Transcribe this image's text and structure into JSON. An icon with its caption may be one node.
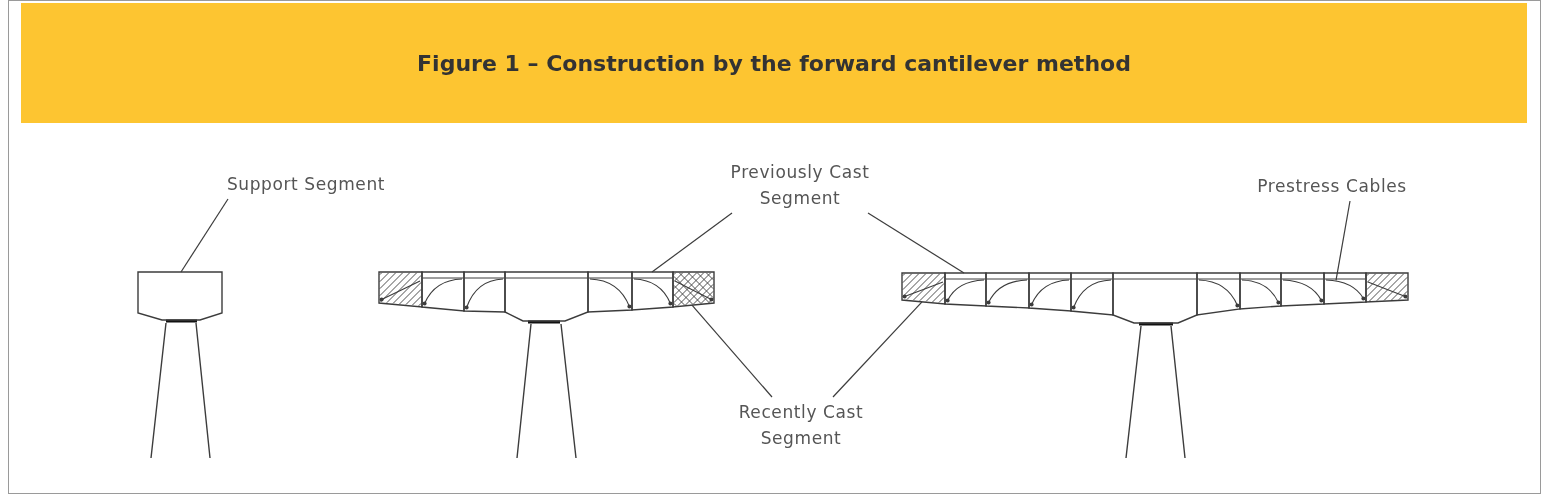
{
  "diagram": {
    "title": "Figure 1 – Construction by the forward cantilever method",
    "nodes": [
      {
        "text": [
          "Support Segment"
        ]
      },
      {
        "text": [
          "Previously Cast Segment"
        ]
      },
      {
        "text": [
          "Prestress Cables"
        ]
      },
      {
        "text": [
          "Recently Cast Segment"
        ]
      },
      {
        "text": [],
        "shape": "box"
      },
      {
        "text": [],
        "shape": "box"
      },
      {
        "text": [],
        "shape": "box"
      },
      {
        "text": [],
        "shape": "box"
      },
      {
        "text": [],
        "shape": "box"
      },
      {
        "text": [],
        "shape": "box"
      },
      {
        "text": [],
        "shape": "box"
      },
      {
        "text": [],
        "shape": "box"
      },
      {
        "text": [],
        "shape": "box"
      },
      {
        "text": [],
        "shape": "box"
      },
      {
        "text": [],
        "shape": "box"
      },
      {
        "text": [],
        "shape": "box"
      },
      {
        "text": [],
        "shape": "box"
      },
      {
        "text": [],
        "shape": "box"
      },
      {
        "text": [],
        "shape": "box"
      },
      {
        "text": [],
        "shape": "box"
      },
      {
        "text": [],
        "shape": "box"
      },
      {
        "text": [],
        "shape": "box"
      },
      {
        "text": [],
        "shape": "line",
        "in": 21
      },
      {
        "text": [],
        "shape": "box"
      }
    ],
    "edges": [
      {
        "from": 0,
        "to": 4,
        "arrow": "none"
      },
      {
        "from": 1,
        "to": 10,
        "arrow": "none"
      },
      {
        "from": 1,
        "to": 13,
        "arrow": "none"
      },
      {
        "from": 2,
        "to": 22,
        "arrow": "none"
      },
      {
        "from": 3,
        "to": 11,
        "arrow": "none"
      },
      {
        "from": 3,
        "to": 12,
        "arrow": "none"
      }
    ]
  }
}
